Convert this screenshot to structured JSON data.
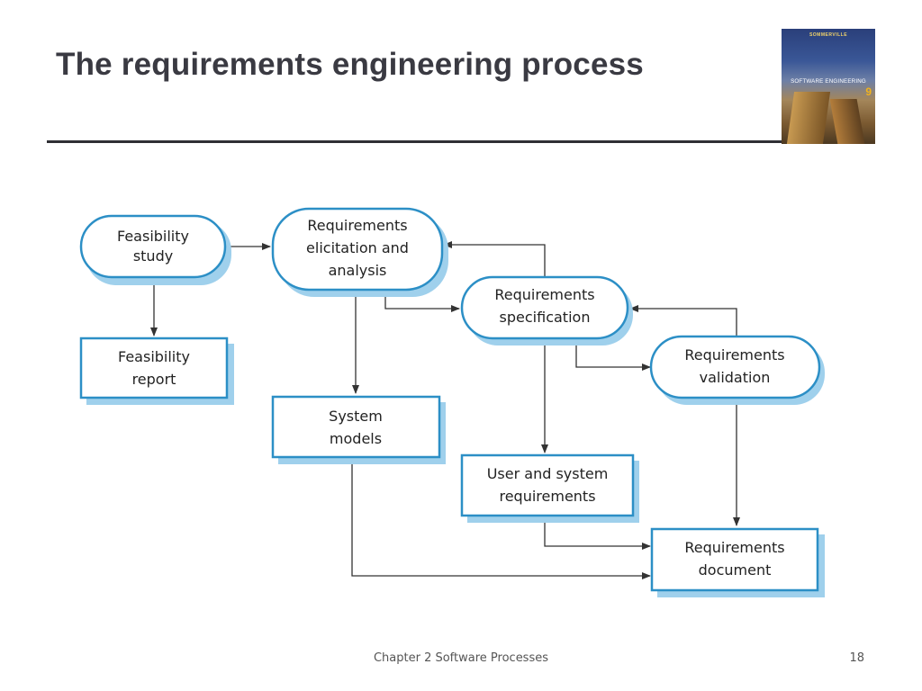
{
  "slide": {
    "title": "The requirements engineering process",
    "footer": "Chapter 2 Software Processes",
    "page_number": "18"
  },
  "cover_image": {
    "author": "SOMMERVILLE",
    "title": "SOFTWARE ENGINEERING",
    "edition": "9"
  },
  "diagram": {
    "nodes": {
      "feasibility_study": [
        "Feasibility",
        "study"
      ],
      "elicitation": [
        "Requirements",
        "elicitation and",
        "analysis"
      ],
      "specification": [
        "Requirements",
        "specification"
      ],
      "validation": [
        "Requirements",
        "validation"
      ],
      "feasibility_report": [
        "Feasibility",
        "report"
      ],
      "system_models": [
        "System",
        "models"
      ],
      "user_system_requirements": [
        "User and system",
        "requirements"
      ],
      "requirements_document": [
        "Requirements",
        "document"
      ]
    },
    "colors": {
      "border": "#2c8fc6",
      "shadow": "#9fd0ec",
      "arrow": "#333333",
      "text": "#222222"
    }
  }
}
